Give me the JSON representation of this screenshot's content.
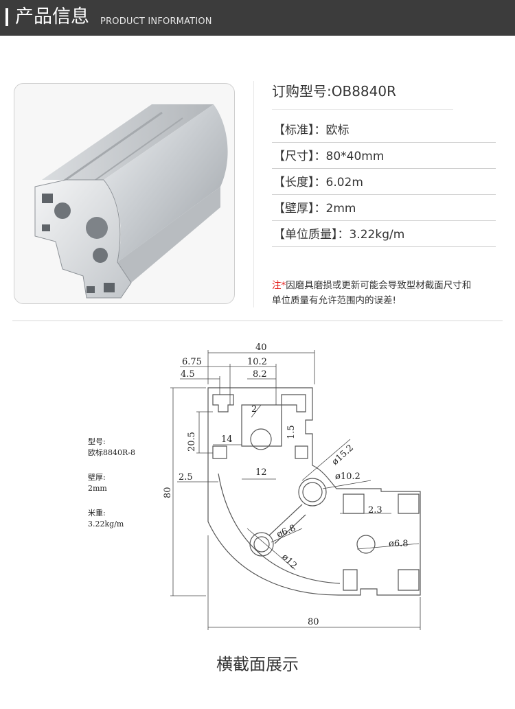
{
  "header": {
    "title_cn": "产品信息",
    "title_en": "PRODUCT INFORMATION"
  },
  "product": {
    "model_label": "订购型号:OB8840R",
    "specs": [
      {
        "text": "【标准】：欧标"
      },
      {
        "text": "【尺寸】：80*40mm"
      },
      {
        "text": "【长度】：6.02m"
      },
      {
        "text": "【壁厚】：2mm"
      },
      {
        "text": "【单位质量】：3.22kg/m"
      }
    ],
    "note_mark": "注*",
    "note_line1": "因磨具磨损或更新可能会导致型材截面尺寸和",
    "note_line2": "单位质量有允许范围内的误差!"
  },
  "drawing": {
    "info": {
      "model_label": "型号:",
      "model_value": "欧标8840R-8",
      "wall_label": "壁厚:",
      "wall_value": "2mm",
      "weight_label": "米重:",
      "weight_value": "3.22kg/m"
    },
    "dims": {
      "d40": "40",
      "d6_75": "6.75",
      "d10_2": "10.2",
      "d4_5": "4.5",
      "d8_2": "8.2",
      "d2": "2",
      "d20_5": "20.5",
      "d14": "14",
      "d1_5": "1.5",
      "d12": "12",
      "d2_5": "2.5",
      "d80_v": "80",
      "d15_2": "ø15.2",
      "d10_2b": "ø10.2",
      "d2_3": "2.3",
      "d6_8a": "ø6.8",
      "d6_8b": "ø6.8",
      "d12b": "ø12",
      "d80_h": "80"
    }
  },
  "caption": "横截面展示"
}
